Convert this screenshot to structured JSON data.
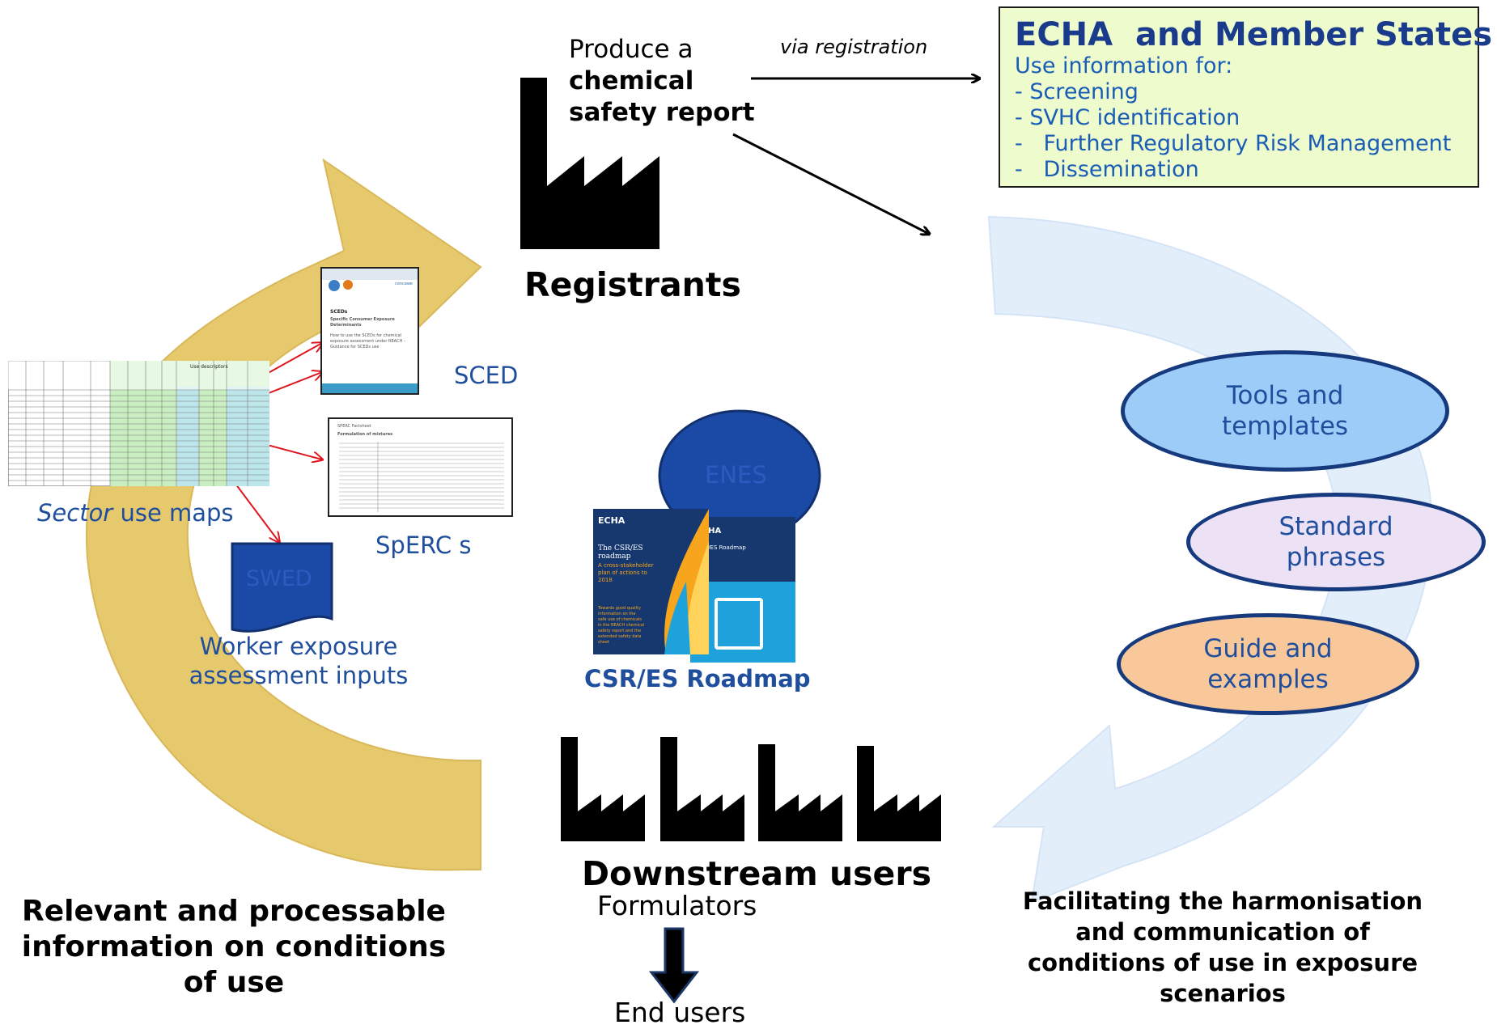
{
  "top": {
    "produce_line1": "Produce a",
    "produce_line2": "chemical",
    "produce_line3": "safety report",
    "via_registration": "via registration",
    "registrants": "Registrants"
  },
  "echa_box": {
    "title": "ECHA  and Member States",
    "lines": [
      "Use information for:",
      "- Screening",
      "- SVHC identification",
      "-   Further Regulatory Risk Management",
      "-   Dissemination"
    ]
  },
  "left": {
    "sced": "SCED",
    "sector_italic": "Sector",
    "sector_rest": " use maps",
    "sperc": "SpERC s",
    "swed": "SWED",
    "worker_line1": "Worker exposure",
    "worker_line2": "assessment inputs",
    "bottom_line1": "Relevant and processable",
    "bottom_line2": "information on conditions",
    "bottom_line3": "of use"
  },
  "center": {
    "enes": "ENES",
    "roadmap_caption": "CSR/ES Roadmap",
    "downstream": "Downstream users",
    "formulators": "Formulators",
    "end_users": "End users"
  },
  "roadmap_cover": {
    "echa": "ECHA",
    "title": "The CSR/ES roadmap",
    "subtitle": "A cross-stakeholder plan of actions to 2018",
    "body": "Towards good quality information on the safe use of chemicals in the REACH chemical safety report and the extended safety data sheet",
    "back_title": "CSR/ES Roadmap"
  },
  "right": {
    "tools_line1": "Tools and",
    "tools_line2": "templates",
    "standard_line1": "Standard",
    "standard_line2": "phrases",
    "guide_line1": "Guide and",
    "guide_line2": "examples",
    "bottom_line1": "Facilitating the harmonisation",
    "bottom_line2": "and communication of",
    "bottom_line3": "conditions of use in exposure",
    "bottom_line4": "scenarios"
  },
  "documents": {
    "sced_title": "SCEDs",
    "sced_subtitle": "Specific Consumer Exposure Determinants",
    "sced_body": "How to use the SCEDs for chemical exposure assessment under REACH – Guidance for SCEDs use",
    "sced_logo": "concawe",
    "sperc_title": "SPERC Factsheet",
    "sperc_subtitle": "Formulation of mixtures",
    "usemap_header": "Use descriptors"
  },
  "colors": {
    "gold_arrow": "#e6c86d",
    "light_blue_arrow": "#e3eefb",
    "echa_box_bg": "#edfbcd",
    "text_blue": "#1f4e9c",
    "tools_fill": "#9dccf8",
    "standard_fill": "#ece1f5",
    "guide_fill": "#f8c89a",
    "enes_fill": "#1b4aa6",
    "swed_fill": "#1b4aa6",
    "roadmap_orange": "#f6a51c",
    "roadmap_navy": "#16386f",
    "roadmap_cyan": "#1ea2dc"
  }
}
